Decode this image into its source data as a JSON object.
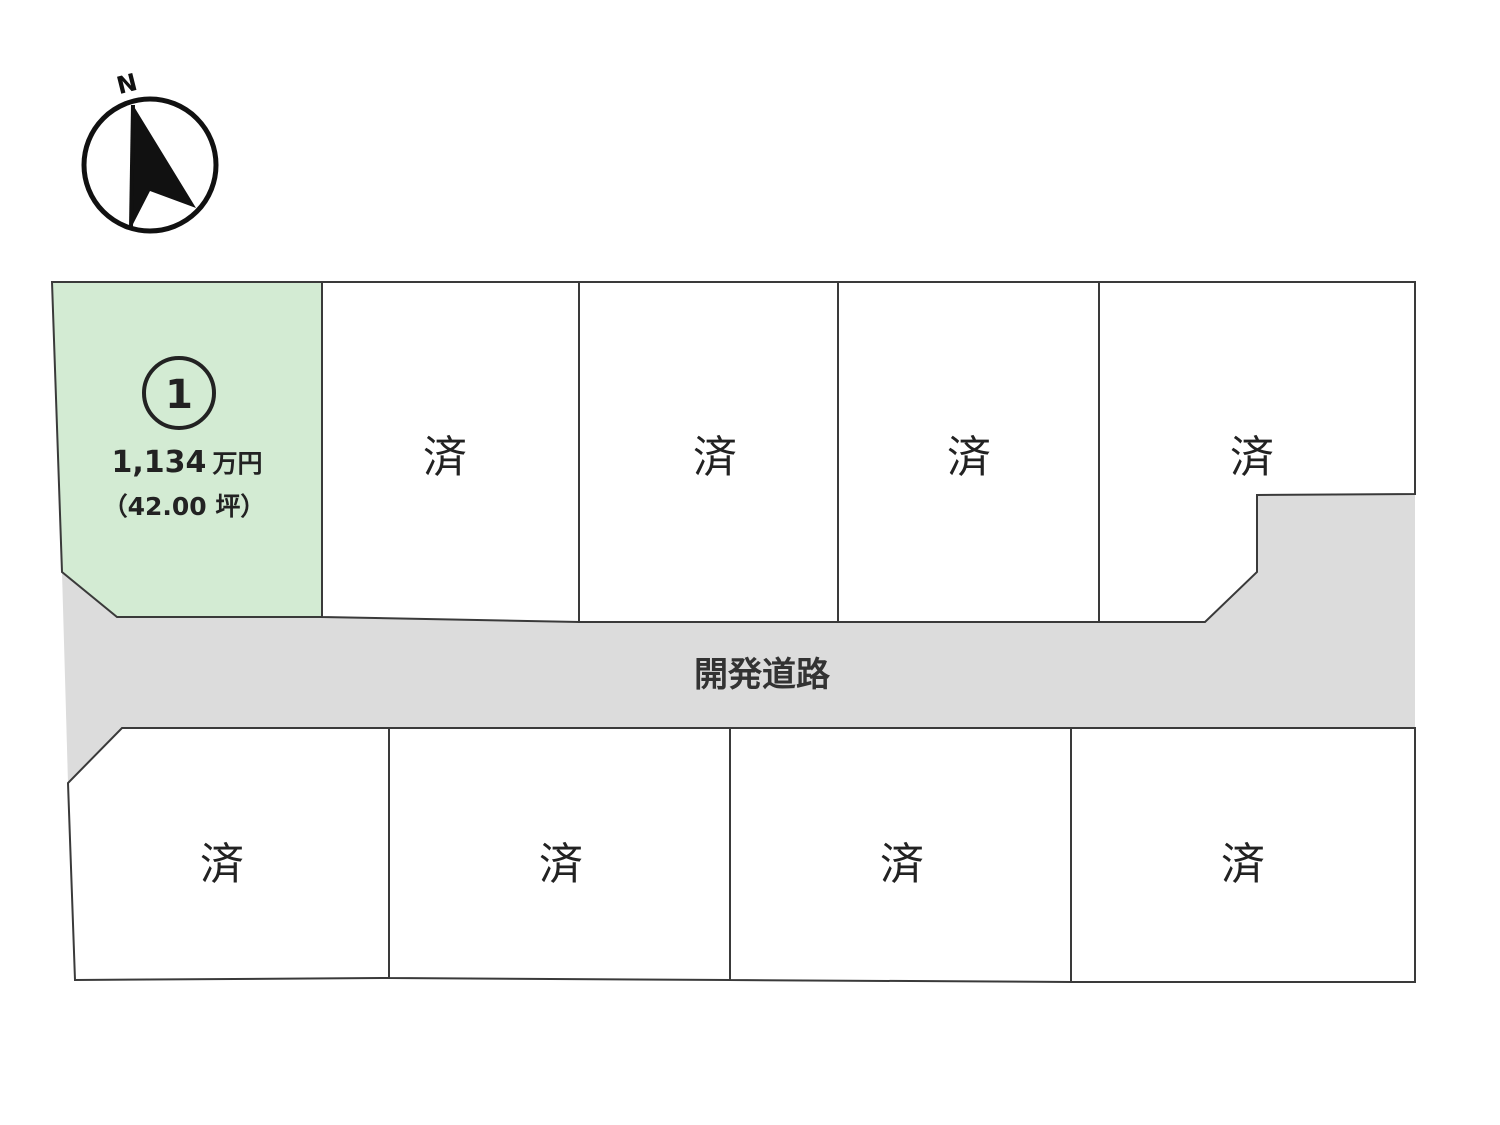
{
  "compass": {
    "north_label": "N",
    "icon": "north-arrow-icon"
  },
  "road": {
    "label": "開発道路"
  },
  "lots": {
    "top": [
      {
        "number": "1",
        "status": "available",
        "price_value": "1,134",
        "price_unit": "万円",
        "area": "（42.00 坪）"
      },
      {
        "status_label": "済"
      },
      {
        "status_label": "済"
      },
      {
        "status_label": "済"
      },
      {
        "status_label": "済"
      }
    ],
    "bottom": [
      {
        "status_label": "済"
      },
      {
        "status_label": "済"
      },
      {
        "status_label": "済"
      },
      {
        "status_label": "済"
      }
    ]
  },
  "colors": {
    "available_lot": "#d3ebd3",
    "road": "#dcdcdc",
    "outline": "#3a3a3a"
  }
}
